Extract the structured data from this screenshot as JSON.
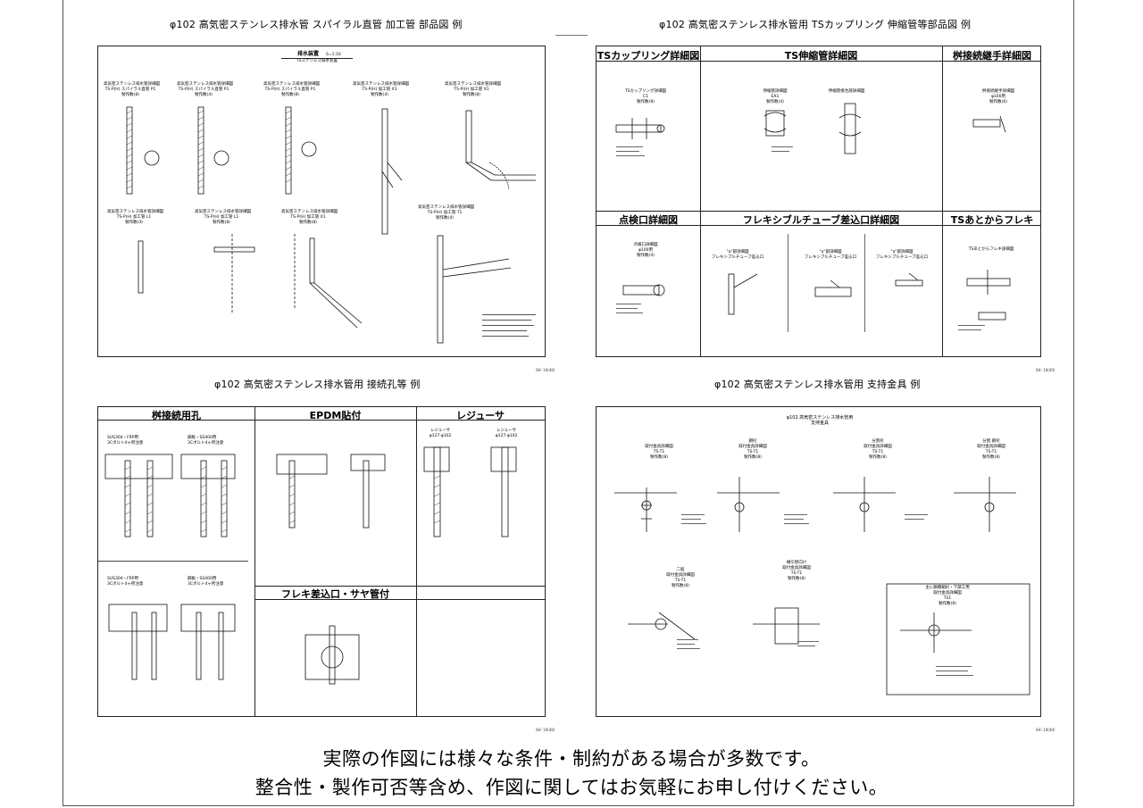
{
  "titles": {
    "q1": "φ102 高気密ステンレス排水管 スパイラル直管 加工管 部品図 例",
    "q2": "φ102 高気密ステンレス排水管用 TSカップリング 伸縮管等部品図 例",
    "q3": "φ102 高気密ステンレス排水管用 接続孔等 例",
    "q4": "φ102 高気密ステンレス排水管用 支持金具 例"
  },
  "q1": {
    "head": "排水装置",
    "sub": "TSステンレス排水装置",
    "scale": "S=1:10",
    "captions": [
      "高気密ステンレス排水管詳細図\nTS-P(H) スパイラル直管 P1\n製作数(8)",
      "高気密ステンレス排水管詳細図\nTS-P(H) スパイラル直管 P1\n製作数(4)",
      "高気密ステンレス排水管詳細図\nTS-P(H) スパイラル直管 P1\n製作数(8)",
      "高気密ステンレス排水管詳細図\nTS-P(H) 加工管 X1\n製作数(4)",
      "高気密ステンレス排水管詳細図\nTS-P(H) 加工管 X1\n製作数(8)",
      "高気密ステンレス排水管詳細図\nTS-P(H) 加工管 L1\n製作数(4)",
      "高気密ステンレス排水管詳細図\nTS-P(H) 加工管 L1\n製作数(8)",
      "高気密ステンレス排水管詳細図\nTS-P(H) 加工管 X1\n製作数(8)",
      "高気密ステンレス排水管詳細図\nTS-P(H) 加工管 T1\n製作数(4)"
    ]
  },
  "q2": {
    "panels": [
      "TSカップリング詳細図",
      "TS伸縮管詳細図",
      "桝接続継手詳細図",
      "点検口詳細図",
      "フレキシブルチューブ差込口詳細図",
      "TSあとからフレキ"
    ],
    "captions": [
      "TSカップリング詳細図\nC1\n製作数(8)",
      "伸縮管詳細図\nEX1\n製作数(4)",
      "伸縮管接合部詳細図",
      "桝接続継手詳細図\nφ100用\n製作数(6)",
      "点検口詳細図\nφ100用\n製作数(4)",
      "\"a\"部詳細図\nフレキシブルチューブ差込口",
      "\"a\"部詳細図\nフレキシブルチューブ差込口",
      "\"a\"部詳細図\nフレキシブルチューブ差込口",
      "TSあとからフレキ詳細図"
    ]
  },
  "q3": {
    "panels": [
      "桝接続用孔",
      "EPDM貼付",
      "レジューサ",
      "フレキ差込口・サヤ管付"
    ],
    "captions": [
      "SUS304・FRP用\n3Cボルト4ヶ所注意",
      "鋼板・SS400用\n3Cボルト4ヶ所注意",
      "SUS304・FRP用\n3Cボルト4ヶ所注意",
      "鋼板・SS400用\n3Cボルト4ヶ所注意",
      "レジューサ\nφ127-φ102",
      "レジューサ\nφ127-φ102"
    ]
  },
  "q4": {
    "title": "φ102 高気密ステンレス排水管用\n支持金具",
    "captions": [
      "取付金具詳細図\nTS-T1\n製作数(8)",
      "鋼桁\n取付金具詳細図\nTS-T1\n製作数(8)",
      "分割桁\n取付金具詳細図\nTS-T1\n製作数(8)",
      "分割 鋼桁\n取付金具詳細図\nTS-T1\n製作数(8)",
      "二股\n取付金具詳細図\nTS-T1\n製作数(8)",
      "横引管向け\n取付金具詳細図\nTS-T1\n製作数(8)",
      "主に鋼橋箱桁・下部工用\n取付金具詳細図\nTS1\n製作数(8)"
    ]
  },
  "sheet_no": "SH: 10(40)",
  "footer": {
    "line1": "実際の作図には様々な条件・制約がある場合が多数です。",
    "line2": "整合性・製作可否等含め、作図に関してはお気軽にお申し付けください。"
  }
}
